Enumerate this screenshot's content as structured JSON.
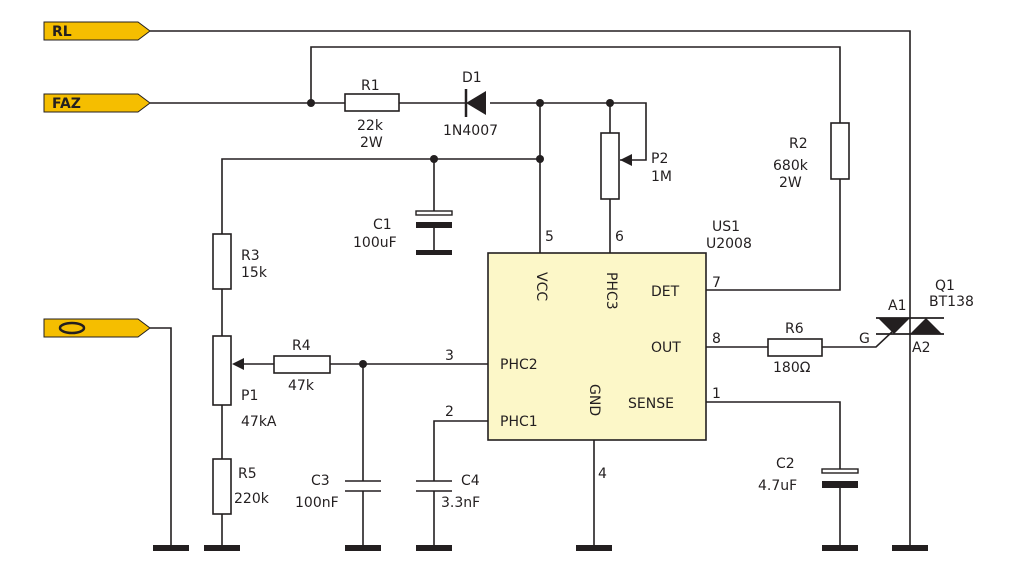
{
  "colors": {
    "connector": "#f5be00",
    "ic_body": "#fcf7c8",
    "line": "#231f20",
    "background": "#ffffff"
  },
  "connectors": {
    "rl": "RL",
    "faz": "FAZ",
    "o": "O"
  },
  "ic": {
    "ref": "US1",
    "part": "U2008",
    "pins": {
      "vcc": "VCC",
      "phc3": "PHC3",
      "det": "DET",
      "out": "OUT",
      "phc2": "PHC2",
      "phc1": "PHC1",
      "gnd": "GND",
      "sense": "SENSE"
    },
    "pin_numbers": {
      "vcc": "5",
      "phc3": "6",
      "det": "7",
      "out": "8",
      "phc2": "3",
      "phc1": "2",
      "gnd": "4",
      "sense": "1"
    }
  },
  "components": {
    "r1": {
      "ref": "R1",
      "value": "22k",
      "power": "2W"
    },
    "d1": {
      "ref": "D1",
      "part": "1N4007"
    },
    "p2": {
      "ref": "P2",
      "value": "1M"
    },
    "r2": {
      "ref": "R2",
      "value": "680k",
      "power": "2W"
    },
    "c1": {
      "ref": "C1",
      "value": "100uF"
    },
    "r3": {
      "ref": "R3",
      "value": "15k"
    },
    "r4": {
      "ref": "R4",
      "value": "47k"
    },
    "p1": {
      "ref": "P1",
      "value": "47kA"
    },
    "r5": {
      "ref": "R5",
      "value": "220k"
    },
    "c3": {
      "ref": "C3",
      "value": "100nF"
    },
    "c4": {
      "ref": "C4",
      "value": "3.3nF"
    },
    "r6": {
      "ref": "R6",
      "value": "180Ω"
    },
    "c2": {
      "ref": "C2",
      "value": "4.7uF"
    },
    "q1": {
      "ref": "Q1",
      "part": "BT138",
      "a1": "A1",
      "a2": "A2",
      "g": "G"
    }
  }
}
